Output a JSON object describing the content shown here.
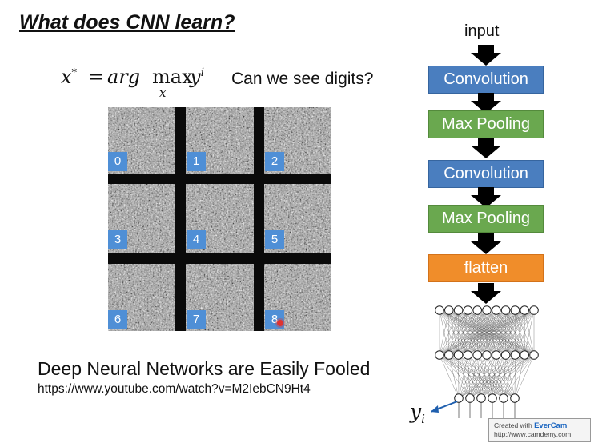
{
  "slide": {
    "title": "What does CNN learn?",
    "question": "Can we see digits?"
  },
  "formula": {
    "lhs": "x",
    "sup": "*",
    "eq": "=",
    "arg": "arg",
    "max": "max",
    "sub": "x",
    "y": "y",
    "y_sup": "i"
  },
  "digits": [
    "0",
    "1",
    "2",
    "3",
    "4",
    "5",
    "6",
    "7",
    "8"
  ],
  "caption": {
    "text": "Deep Neural Networks are Easily Fooled",
    "url": "https://www.youtube.com/watch?v=M2IebCN9Ht4"
  },
  "network": {
    "input_label": "input",
    "layers": [
      {
        "label": "Convolution",
        "kind": "conv",
        "color": "#4a7ebf"
      },
      {
        "label": "Max Pooling",
        "kind": "pool",
        "color": "#6aa84f"
      },
      {
        "label": "Convolution",
        "kind": "conv",
        "color": "#4a7ebf"
      },
      {
        "label": "Max Pooling",
        "kind": "pool",
        "color": "#6aa84f"
      },
      {
        "label": "flatten",
        "kind": "flat",
        "color": "#f08d2a"
      }
    ],
    "output_label": "y",
    "output_sub": "i"
  },
  "watermark": {
    "prefix": "Created with ",
    "brand": "EverCam",
    "suffix": ".",
    "url": "http://www.camdemy.com"
  }
}
